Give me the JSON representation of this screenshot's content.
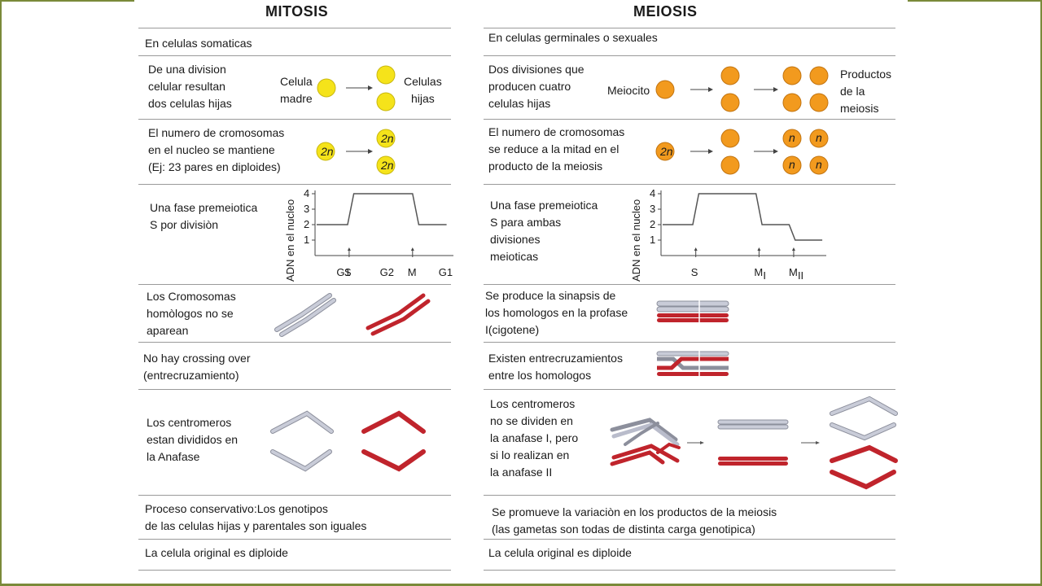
{
  "mitosis": {
    "title": "MITOSIS",
    "rows": {
      "r1": "En celulas somaticas",
      "r2": "De una division\ncelular resultan\ndos celulas hijas",
      "r2_mother": "Celula\nmadre",
      "r2_daughters": "Celulas\nhijas",
      "r3": "El numero de cromosomas\nen el nucleo se mantiene\n(Ej: 23 pares en diploides)",
      "r4": "Una fase premeiotica\nS por divisiòn",
      "r5": "Los Cromosomas\nhomòlogos no se\naparean",
      "r6": "No hay crossing over\n(entrecruzamiento)",
      "r7": "Los centromeros\nestan divididos en\nla Anafase",
      "r8": "Proceso conservativo:Los genotipos\nde las celulas hijas y parentales son iguales",
      "r9": "La celula original es diploide"
    },
    "cell_label": "2n"
  },
  "meiosis": {
    "title": "MEIOSIS",
    "rows": {
      "r1": "En celulas germinales o sexuales",
      "r2": "Dos divisiones que\nproducen cuatro\ncelulas hijas",
      "r2_meiocyte": "Meiocito",
      "r2_products": "Productos\nde la\nmeiosis",
      "r3": "El numero de cromosomas\nse reduce a la mitad en el\nproducto de la meiosis",
      "r4": "Una fase premeiotica\nS para ambas\ndivisiones\nmeioticas",
      "r5": "Se produce la sinapsis de\nlos homologos en la profase\nI(cigotene)",
      "r6": "Existen entrecruzamientos\nentre los homologos",
      "r7": "Los centromeros\nno se dividen en\nla anafase I, pero\nsi lo realizan en\nla anafase II",
      "r8": "Se promueve la variaciòn en los productos de la meiosis\n(las gametas son todas de distinta carga genotipica)",
      "r9": "La celula original es diploide"
    },
    "cell_label_2n": "2n",
    "cell_label_n": "n"
  },
  "colors": {
    "mitosis_cell": "#f5e31a",
    "meiosis_cell": "#f29a1e",
    "chrom_red": "#c0242c",
    "chrom_gray": "#b9bccb",
    "frame": "#7a8a3a"
  },
  "chart_data": [
    {
      "type": "line",
      "ylabel": "ADN en el nucleo",
      "yticks": [
        "1",
        "2",
        "3",
        "4"
      ],
      "xticks": [
        "G1",
        "S",
        "G2",
        "M",
        "G1"
      ],
      "ylim": [
        0,
        4
      ],
      "points": [
        [
          0,
          2
        ],
        [
          1,
          2
        ],
        [
          1.2,
          4
        ],
        [
          3.1,
          4
        ],
        [
          3.3,
          2
        ],
        [
          4.2,
          2
        ]
      ]
    },
    {
      "type": "line",
      "ylabel": "ADN en el nucleo",
      "yticks": [
        "1",
        "2",
        "3",
        "4"
      ],
      "xticks": [
        "S",
        "MI",
        "MII"
      ],
      "xtick_main": [
        "S",
        "M",
        "M"
      ],
      "xtick_sub": [
        "",
        "I",
        "II"
      ],
      "ylim": [
        0,
        4
      ],
      "points": [
        [
          0,
          2
        ],
        [
          1,
          2
        ],
        [
          1.2,
          4
        ],
        [
          3.1,
          4
        ],
        [
          3.3,
          2
        ],
        [
          4.2,
          2
        ],
        [
          4.4,
          1
        ],
        [
          5.3,
          1
        ]
      ]
    }
  ]
}
